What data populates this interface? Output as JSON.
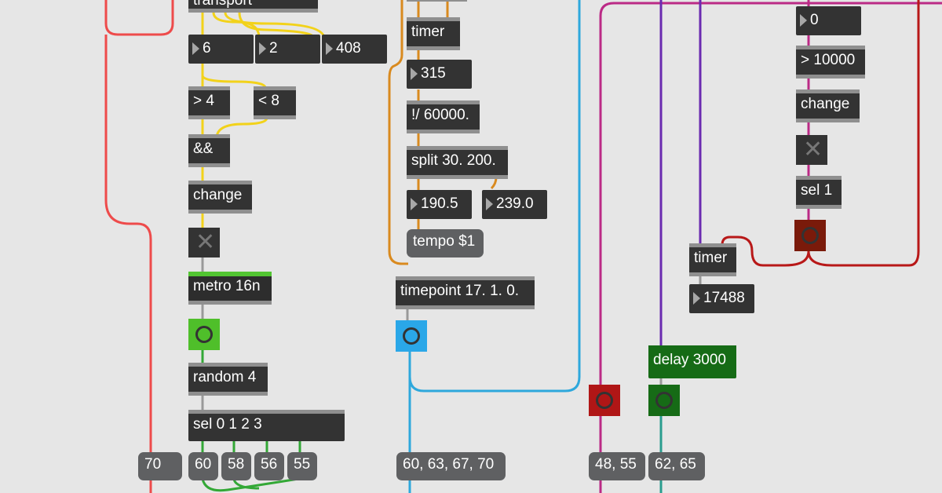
{
  "objects": {
    "transport": "transport",
    "gt4": "> 4",
    "lt8": "< 8",
    "and": "&&",
    "change1": "change",
    "metro": "metro 16n",
    "random": "random 4",
    "sel": "sel 0 1 2 3",
    "timer1": "timer",
    "div": "!/ 60000.",
    "split": "split 30. 200.",
    "timepoint": "timepoint 17. 1. 0.",
    "gt10000": "> 10000",
    "change2": "change",
    "sel1": "sel 1",
    "timer2": "timer",
    "delay": "delay 3000"
  },
  "numbers": {
    "n6": "6",
    "n2": "2",
    "n408": "408",
    "n315": "315",
    "n190": "190.5",
    "n239": "239.0",
    "n0": "0",
    "n17488": "17488"
  },
  "messages": {
    "tempo": "tempo $1",
    "m70": "70",
    "m60": "60",
    "m58": "58",
    "m56": "56",
    "m55": "55",
    "chord1": "60, 63, 67, 70",
    "chord2": "48, 55",
    "chord3": "62, 65"
  },
  "colors": {
    "background": "#e6e6e6",
    "object": "#333333",
    "message": "#5f6062",
    "cord_yellow": "#f2d21a",
    "cord_orange": "#d98a1f",
    "cord_blue": "#2ea8dc",
    "cord_red": "#ee4b4b",
    "cord_magenta": "#bb2a86",
    "cord_purple": "#6a2bb0",
    "cord_green": "#33a836",
    "cord_teal": "#2a9d8f",
    "cord_darkred": "#b81818",
    "bang_green": "#4fbf2a",
    "bang_blue": "#2aa7e8",
    "bang_red": "#b01616",
    "bang_darkred": "#7a1a0a",
    "bang_dkgreen": "#166b16"
  }
}
